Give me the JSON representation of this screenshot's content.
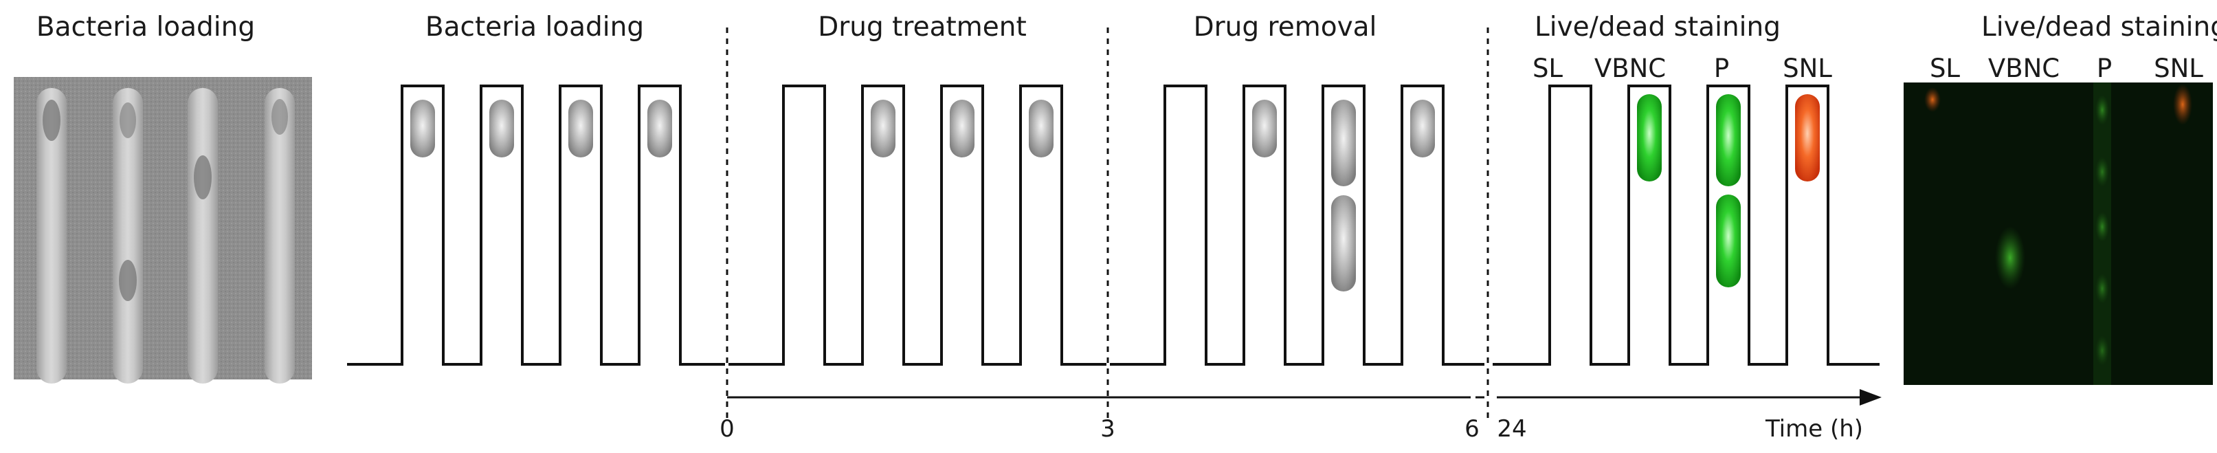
{
  "left_panel": {
    "title": "Bacteria loading"
  },
  "phases": [
    {
      "id": "loading",
      "title": "Bacteria loading"
    },
    {
      "id": "treatment",
      "title": "Drug treatment"
    },
    {
      "id": "removal",
      "title": "Drug removal"
    },
    {
      "id": "staining",
      "title": "Live/dead staining",
      "chamber_labels": [
        "SL",
        "VBNC",
        "P",
        "SNL"
      ]
    }
  ],
  "time_axis": {
    "ticks": [
      "0",
      "3",
      "6",
      "24"
    ],
    "label": "Time (h)"
  },
  "right_panel": {
    "title": "Live/dead staining",
    "column_labels": [
      "SL",
      "VBNC",
      "P",
      "SNL"
    ]
  },
  "colors": {
    "bacteria_grey": "#a8a8a8",
    "live_green": "#22c62a",
    "dead_red": "#f0501a",
    "fluor_bg": "#061406"
  }
}
